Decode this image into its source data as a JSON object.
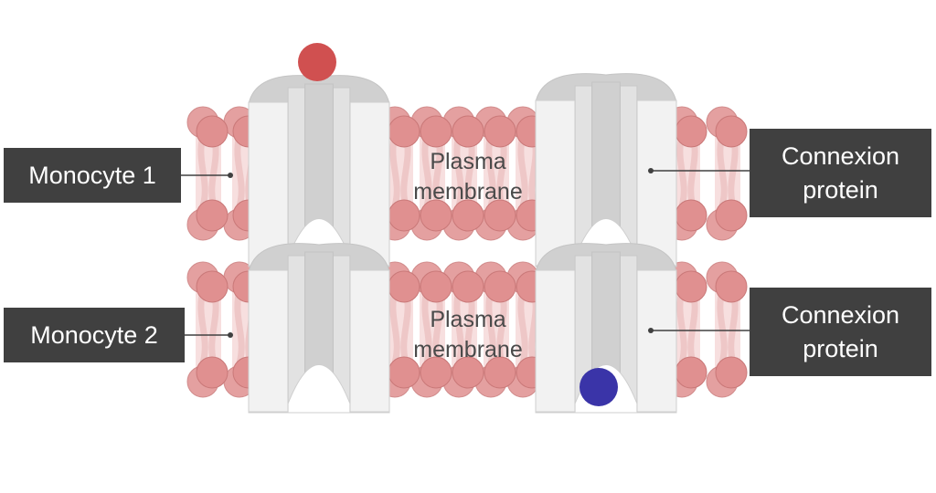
{
  "labels": {
    "monocyte_1": "Monocyte 1",
    "monocyte_2": "Monocyte 2",
    "connexion_top_line1": "Connexion",
    "connexion_top_line2": "protein",
    "connexion_bottom_line1": "Connexion",
    "connexion_bottom_line2": "protein",
    "plasma_top_line1": "Plasma",
    "plasma_top_line2": "membrane",
    "plasma_bottom_line1": "Plasma",
    "plasma_bottom_line2": "membrane"
  },
  "colors": {
    "label_bg": "#404040",
    "label_text": "#ffffff",
    "lipid_head": "#e09090",
    "lipid_head_stroke": "#c97878",
    "lipid_tail": "#f0c4c4",
    "lipid_tail_stroke": "#d8a0a0",
    "channel_light": "#f2f2f2",
    "channel_mid": "#e2e2e2",
    "channel_dark": "#d0d0d0",
    "red_ion": "#d05050",
    "blue_ion": "#3a34a8",
    "leader_line": "#404040"
  }
}
